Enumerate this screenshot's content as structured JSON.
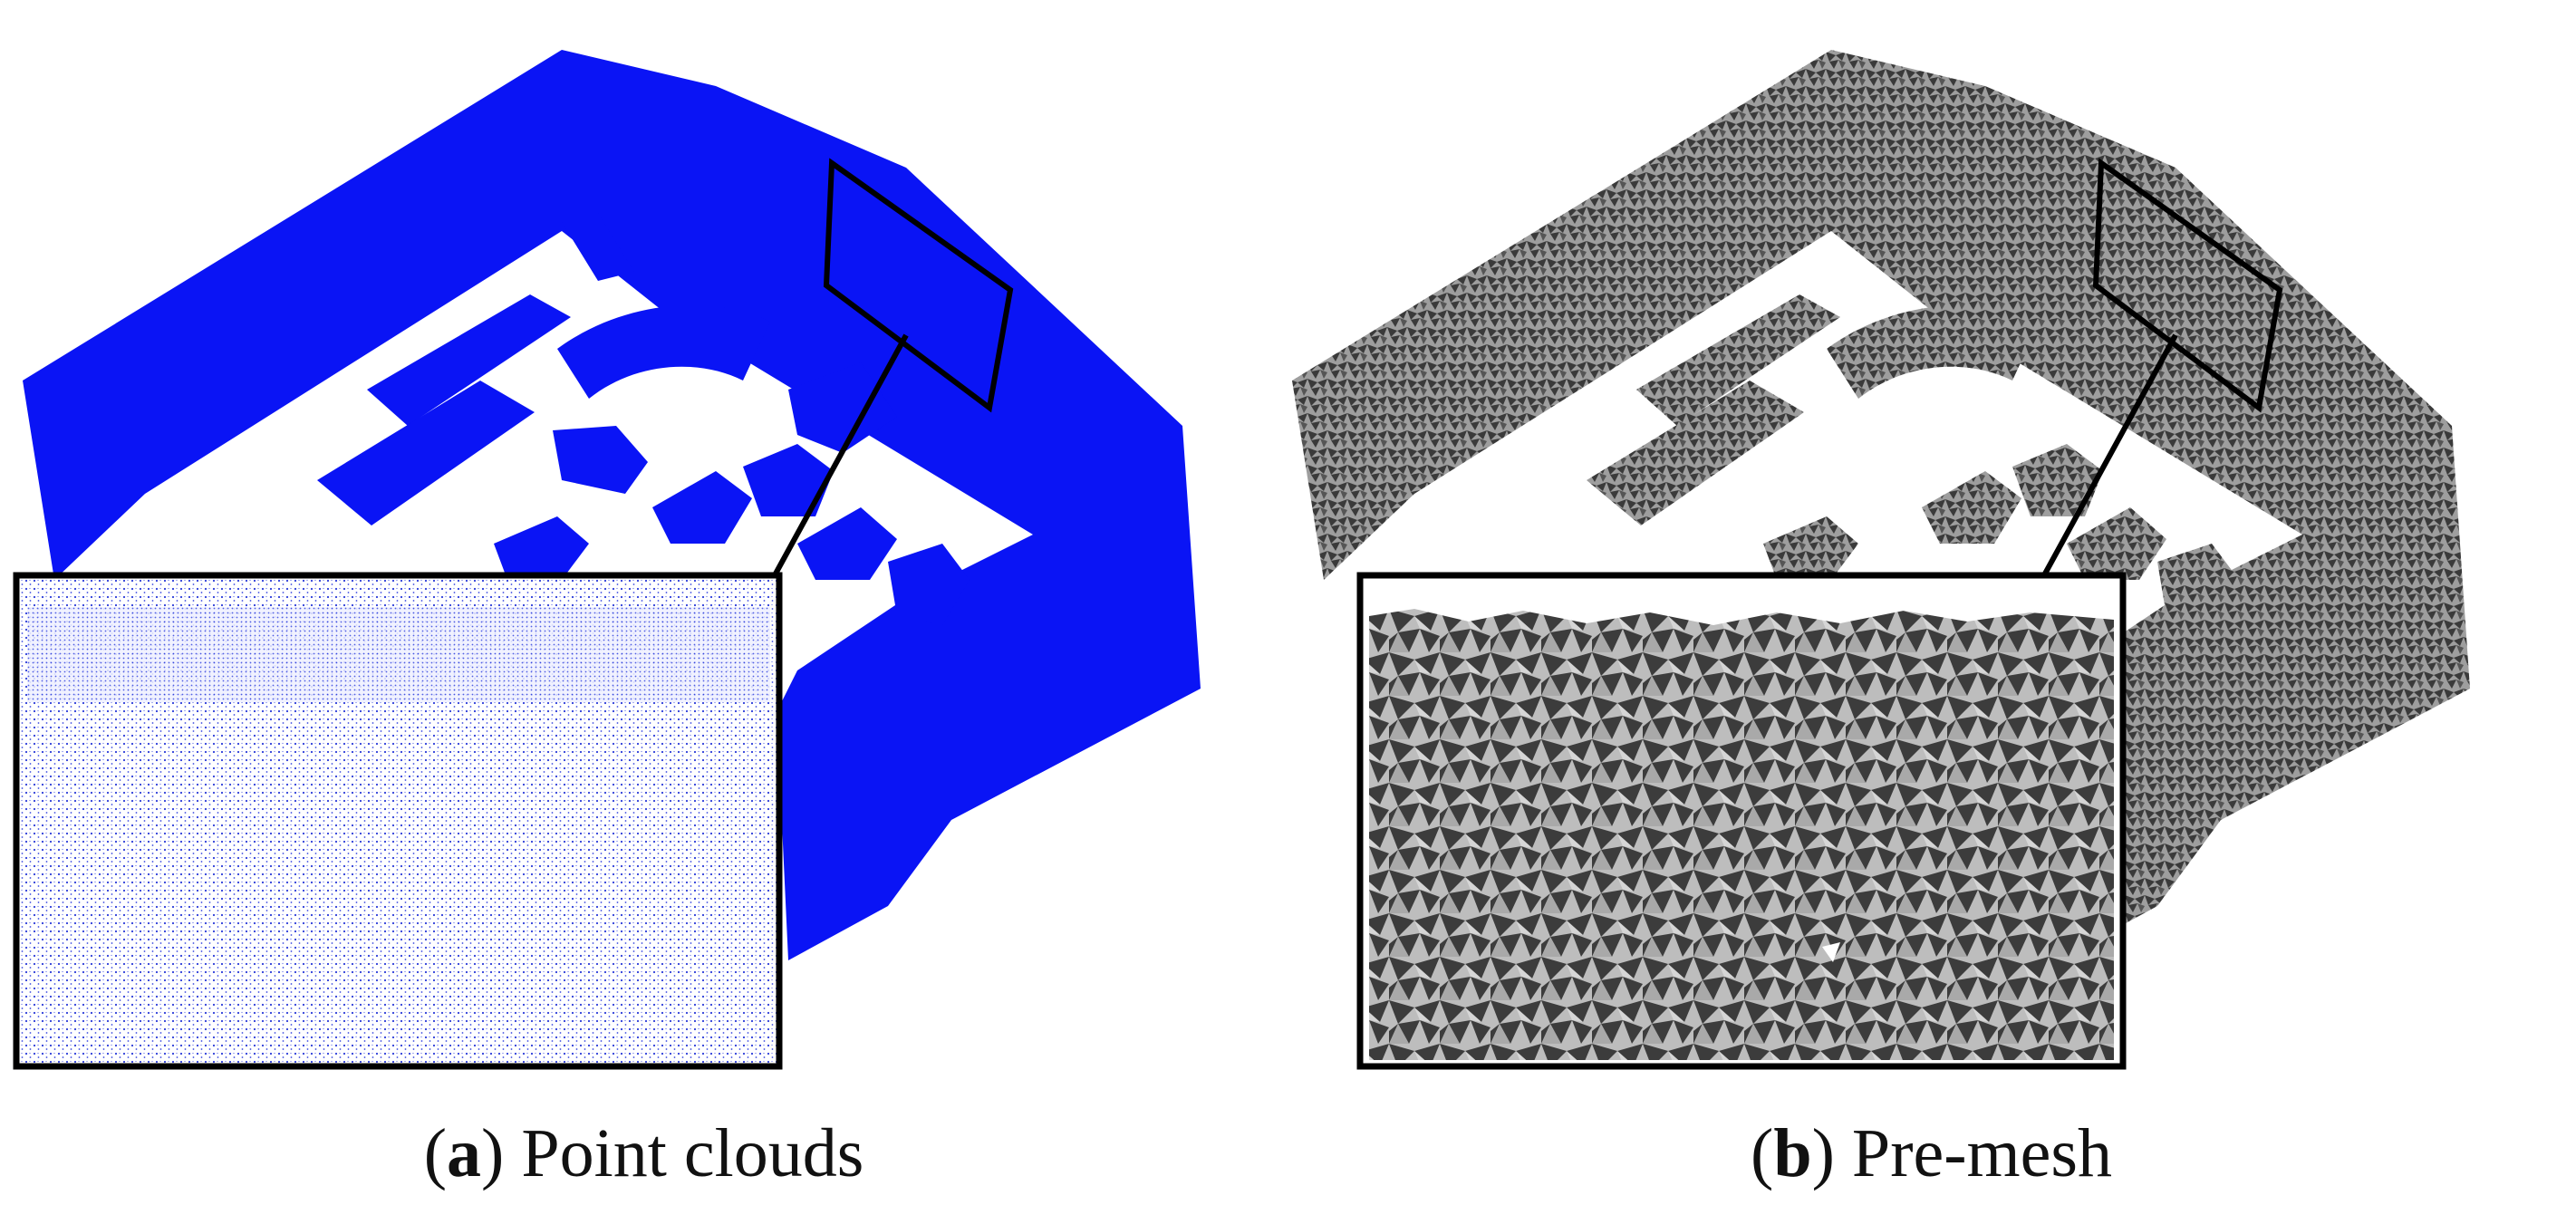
{
  "figure": {
    "panel_a": {
      "letter": "a",
      "caption": "Point clouds",
      "render_color": "#0a14f5",
      "inset_dot_color": "#2a3bd8"
    },
    "panel_b": {
      "letter": "b",
      "caption": "Pre-mesh",
      "dark_face_color": "#3c3c3c",
      "light_face_color": "#bdbdbd"
    },
    "frame_color": "#000000"
  }
}
